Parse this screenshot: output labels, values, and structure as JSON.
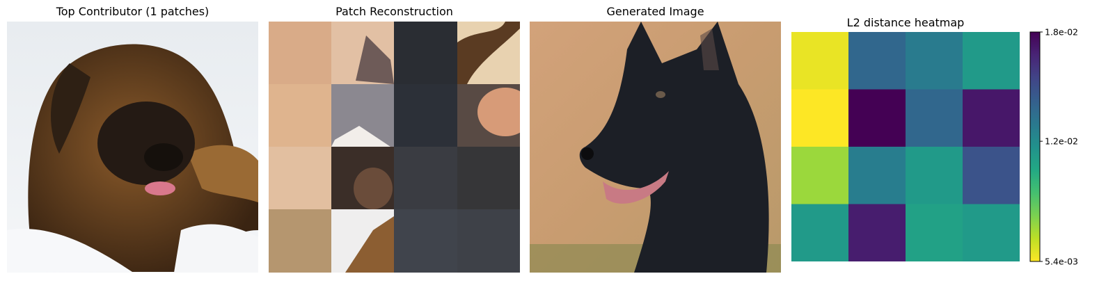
{
  "panels": {
    "top_contributor": {
      "title": "Top Contributor (1 patches)",
      "icon": "leonberger-dog-photo-icon"
    },
    "patch_reconstruction": {
      "title": "Patch Reconstruction",
      "icon": "patch-mosaic-icon"
    },
    "generated_image": {
      "title": "Generated Image",
      "icon": "black-shepherd-dog-photo-icon"
    }
  },
  "chart_data": {
    "type": "heatmap",
    "title": "L2 distance heatmap",
    "rows": 4,
    "cols": 4,
    "values": [
      [
        0.0058,
        0.0138,
        0.0128,
        0.0112
      ],
      [
        0.0054,
        0.018,
        0.0138,
        0.0172
      ],
      [
        0.0073,
        0.0127,
        0.0112,
        0.0148
      ],
      [
        0.0112,
        0.017,
        0.0108,
        0.0112
      ]
    ],
    "colormap": "viridis_r",
    "colorbar": {
      "min": 0.0054,
      "max": 0.018,
      "ticks": [
        {
          "value": 0.018,
          "label": "1.8e-02"
        },
        {
          "value": 0.012,
          "label": "1.2e-02"
        },
        {
          "value": 0.0054,
          "label": "5.4e-03"
        }
      ]
    },
    "grid": false,
    "axes_visible": false
  }
}
